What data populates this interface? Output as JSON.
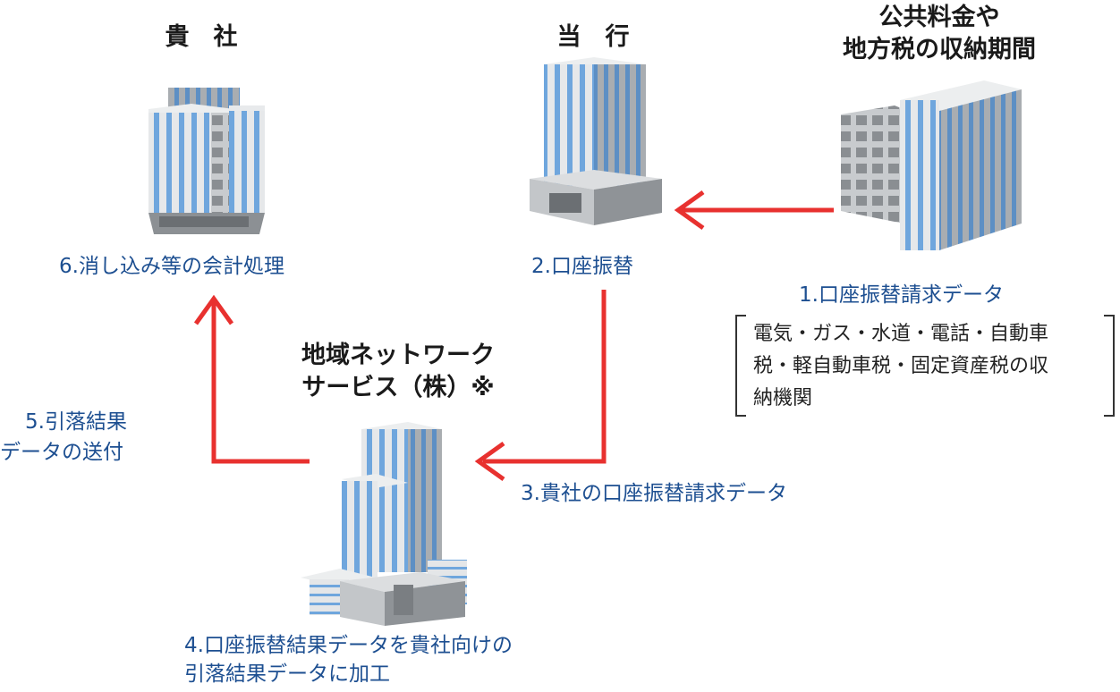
{
  "nodes": {
    "company": {
      "title": "貴　社",
      "step": "6.消し込み等の会計処理"
    },
    "bank": {
      "title": "当　行",
      "step": "2.口座振替"
    },
    "agency": {
      "title_line1": "公共料金や",
      "title_line2": "地方税の収納期間"
    },
    "network": {
      "title_line1": "地域ネットワーク",
      "title_line2": "サービス（株）※"
    }
  },
  "steps": {
    "step1": "1.口座振替請求データ",
    "step1_detail": [
      "電気・ガス・水道・電話・自動車",
      "税・軽自動車税・固定資産税の収",
      "納機関"
    ],
    "step3": "3.貴社の口座振替請求データ",
    "step4_line1": "4.口座振替結果データを貴社向けの",
    "step4_line2": "引落結果データに加工",
    "step5_line1": "5.引落結果",
    "step5_line2": "データの送付"
  },
  "colors": {
    "arrow": "#e8312f",
    "label_blue": "#1d4f91",
    "building_glass": "#6fa6dd"
  }
}
